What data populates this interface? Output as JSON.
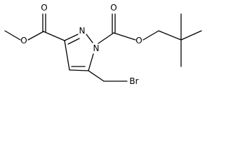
{
  "molecule": {
    "atoms": {
      "o_methyl_ester": "O",
      "o_carbonyl_left": "O",
      "n2": "N",
      "n1": "N",
      "o_carbonyl_right": "O",
      "o_tert_butyl_ester": "O",
      "br": "Br"
    }
  }
}
